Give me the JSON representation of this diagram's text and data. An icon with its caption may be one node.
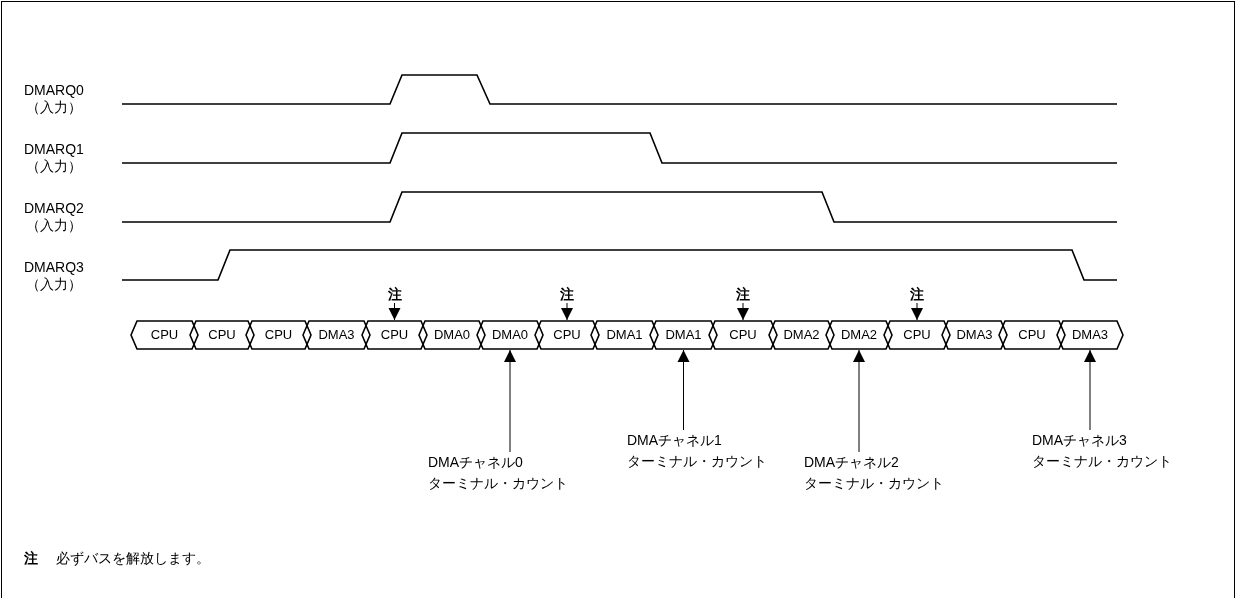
{
  "diagram": {
    "nodes": [
      {
        "text": [
          "注"
        ]
      },
      {
        "text": [
          "注"
        ]
      },
      {
        "text": [
          "注"
        ]
      },
      {
        "text": [
          "注"
        ]
      },
      {
        "text": [
          "CPU"
        ]
      },
      {
        "text": [
          "CPU"
        ]
      },
      {
        "text": [
          "CPU"
        ]
      },
      {
        "text": [
          "DMA3"
        ]
      },
      {
        "text": [
          "CPU"
        ]
      },
      {
        "text": [
          "DMA0"
        ]
      },
      {
        "text": [
          "DMA0"
        ]
      },
      {
        "text": [
          "CPU"
        ]
      },
      {
        "text": [
          "DMA1"
        ]
      },
      {
        "text": [
          "DMA1"
        ]
      },
      {
        "text": [
          "CPU"
        ]
      },
      {
        "text": [
          "DMA2"
        ]
      },
      {
        "text": [
          "DMA2"
        ]
      },
      {
        "text": [
          "CPU"
        ]
      },
      {
        "text": [
          "DMA3"
        ]
      },
      {
        "text": [
          "CPU"
        ]
      },
      {
        "text": [
          "DMA3"
        ]
      },
      {
        "text": [
          "DMAチャネル0 ターミナル・カウント"
        ]
      },
      {
        "text": [
          "DMAチャネル1 ターミナル・カウント"
        ]
      },
      {
        "text": [
          "DMAチャネル2 ターミナル・カウント"
        ]
      },
      {
        "text": [
          "DMAチャネル3 ターミナル・カウント"
        ]
      }
    ],
    "edges": [
      {
        "from": 0,
        "to": 8,
        "arrow": "to"
      },
      {
        "from": 1,
        "to": 11,
        "arrow": "to"
      },
      {
        "from": 2,
        "to": 14,
        "arrow": "to"
      },
      {
        "from": 3,
        "to": 17,
        "arrow": "to"
      },
      {
        "from": 21,
        "to": 10,
        "arrow": "to"
      },
      {
        "from": 22,
        "to": 13,
        "arrow": "to"
      },
      {
        "from": 23,
        "to": 16,
        "arrow": "to"
      },
      {
        "from": 24,
        "to": 20,
        "arrow": "to"
      }
    ],
    "labels": [
      "DMARQ0",
      "（入力）",
      "DMARQ1",
      "（入力）",
      "DMARQ2",
      "（入力）",
      "DMARQ3",
      "（入力）",
      "注",
      "必ずバスを解放します。"
    ]
  }
}
